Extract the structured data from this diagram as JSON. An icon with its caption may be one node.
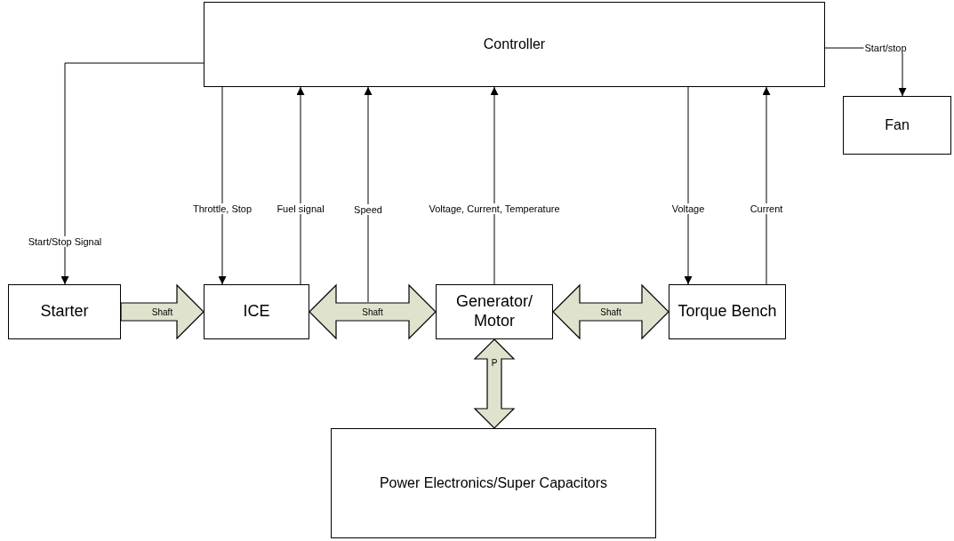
{
  "diagram": {
    "nodes": [
      {
        "text": [
          "Controller"
        ]
      },
      {
        "text": [
          "Fan"
        ]
      },
      {
        "text": [
          "Starter"
        ]
      },
      {
        "text": [
          "ICE"
        ]
      },
      {
        "text": [
          "Generator/ Motor"
        ]
      },
      {
        "text": [
          "Torque Bench"
        ]
      },
      {
        "text": [
          "Power Electronics/Super Capacitors"
        ]
      }
    ],
    "edges": [
      {
        "from": 0,
        "to": 2,
        "arrow": "to",
        "label": "Start/Stop Signal"
      },
      {
        "from": 0,
        "to": 3,
        "arrow": "to",
        "label": "Throttle, Stop"
      },
      {
        "from": 3,
        "to": 0,
        "arrow": "to",
        "label": "Fuel signal"
      },
      {
        "from": 2,
        "to": 3,
        "arrow": "to",
        "label": "Shaft",
        "style": "thick",
        "color": "#dfe2cd"
      },
      {
        "from": 3,
        "to": 4,
        "arrow": "both",
        "label": "Shaft",
        "style": "thick",
        "color": "#dfe2cd"
      },
      {
        "from": null,
        "to": 0,
        "arrow": "to",
        "label": "Speed"
      },
      {
        "from": 4,
        "to": 0,
        "arrow": "to",
        "label": "Voltage, Current, Temperature"
      },
      {
        "from": 4,
        "to": 5,
        "arrow": "both",
        "label": "Shaft",
        "style": "thick",
        "color": "#dfe2cd"
      },
      {
        "from": 0,
        "to": 5,
        "arrow": "to",
        "label": "Voltage"
      },
      {
        "from": 5,
        "to": 0,
        "arrow": "to",
        "label": "Current"
      },
      {
        "from": 4,
        "to": 6,
        "arrow": "both",
        "label": "P",
        "style": "thick",
        "color": "#dfe2cd"
      },
      {
        "from": 0,
        "to": 1,
        "arrow": "to",
        "label": "Start/stop"
      }
    ]
  }
}
